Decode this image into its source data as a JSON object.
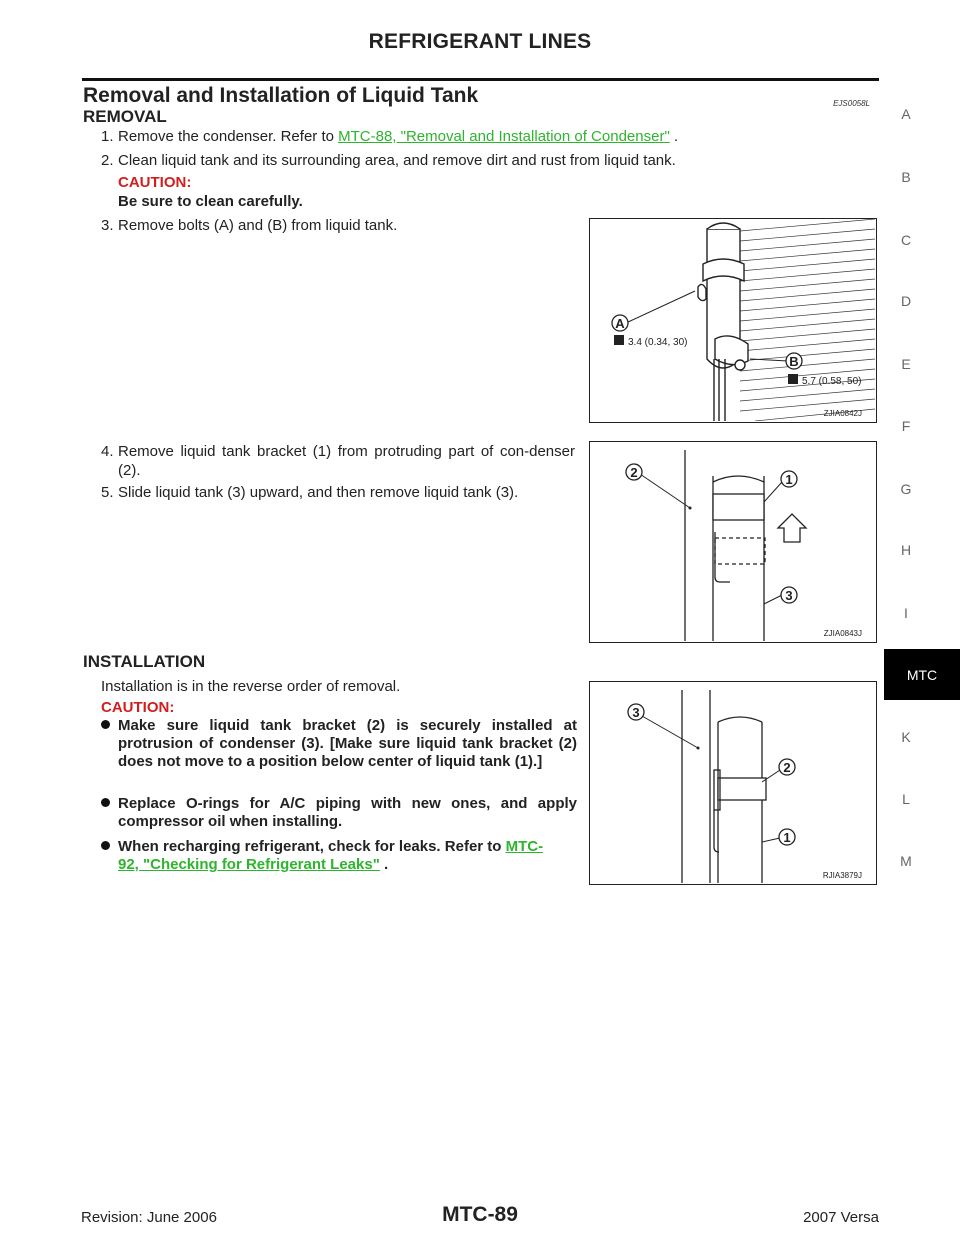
{
  "header": {
    "title": "REFRIGERANT LINES"
  },
  "section": {
    "title": "Removal and Installation of Liquid Tank",
    "code": "EJS0058L"
  },
  "removal": {
    "heading": "REMOVAL",
    "step1": {
      "num": "1.",
      "text": "Remove the condenser. Refer to ",
      "link": "MTC-88, \"Removal and Installation of Condenser\"",
      "after": " ."
    },
    "step2": {
      "num": "2.",
      "text": "Clean liquid tank and its surrounding area, and remove dirt and rust from liquid tank."
    },
    "caution_label": "CAUTION:",
    "caution_text": "Be sure to clean carefully.",
    "step3": {
      "num": "3.",
      "text": "Remove bolts (A) and (B) from liquid tank."
    },
    "step4": {
      "num": "4.",
      "text": "Remove liquid tank bracket (1) from protruding part of con-denser (2)."
    },
    "step5": {
      "num": "5.",
      "text": "Slide liquid tank (3) upward, and then remove liquid tank (3)."
    }
  },
  "installation": {
    "heading": "INSTALLATION",
    "intro": "Installation is in the reverse order of removal.",
    "caution_label": "CAUTION:",
    "bullets": [
      "Make sure liquid tank bracket (2) is securely installed at protrusion of condenser (3). [Make sure liquid tank bracket (2) does not move to a position below center of liquid tank (1).]",
      "Replace O-rings for A/C piping with new ones, and apply compressor oil when installing."
    ],
    "bullet3": {
      "text": "When recharging refrigerant, check for leaks. Refer to ",
      "link_a": "MTC-",
      "link_b": "92, \"Checking for Refrigerant Leaks\"",
      "after": " ."
    }
  },
  "figures": {
    "fig1": {
      "id": "ZJIA0842J",
      "label_a": "A",
      "label_b": "B",
      "torque_a": "3.4 (0.34, 30)",
      "torque_b": "5.7 (0.58, 50)"
    },
    "fig2": {
      "id": "ZJIA0843J",
      "n1": "1",
      "n2": "2",
      "n3": "3"
    },
    "fig3": {
      "id": "RJIA3879J",
      "n1": "1",
      "n2": "2",
      "n3": "3"
    }
  },
  "side_tabs": [
    "A",
    "B",
    "C",
    "D",
    "E",
    "F",
    "G",
    "H",
    "I",
    "MTC",
    "K",
    "L",
    "M"
  ],
  "footer": {
    "revision": "Revision: June 2006",
    "page": "MTC-89",
    "model": "2007 Versa"
  }
}
